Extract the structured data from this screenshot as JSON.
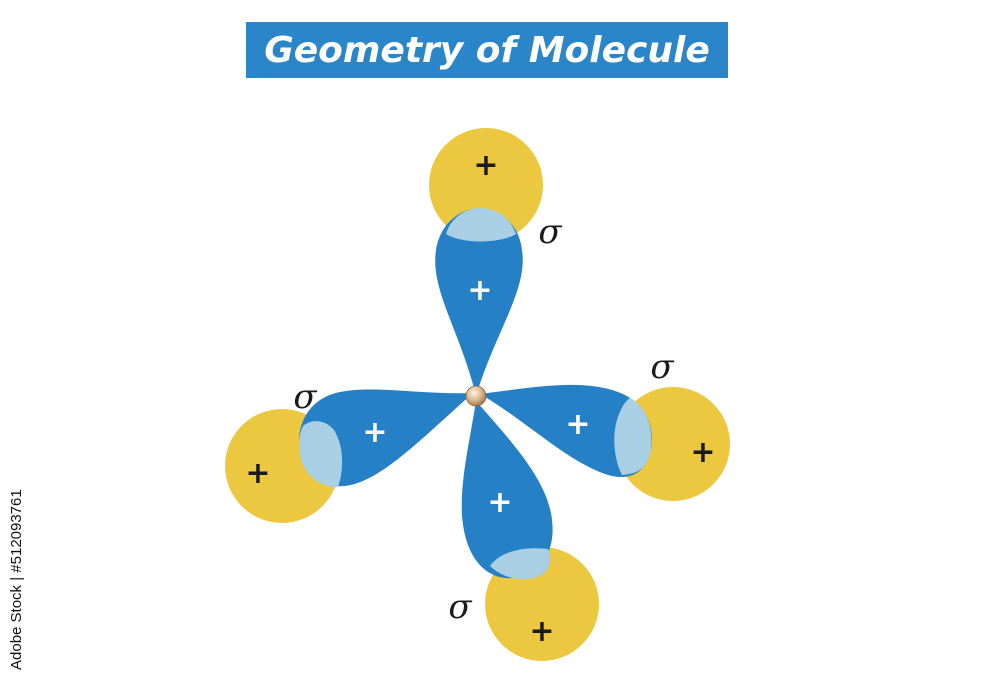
{
  "title": "Geometry of Molecule",
  "stock_id": "Adobe Stock | #512093761",
  "orbitals": {
    "bond_label": "σ",
    "sign_label": "+"
  },
  "colors": {
    "title_bg": "#2a86c8",
    "lobe": "#2580c5",
    "s_orbital": "#ecc840",
    "overlap": "#a8cfe4",
    "nucleus": "#d8b48a"
  }
}
